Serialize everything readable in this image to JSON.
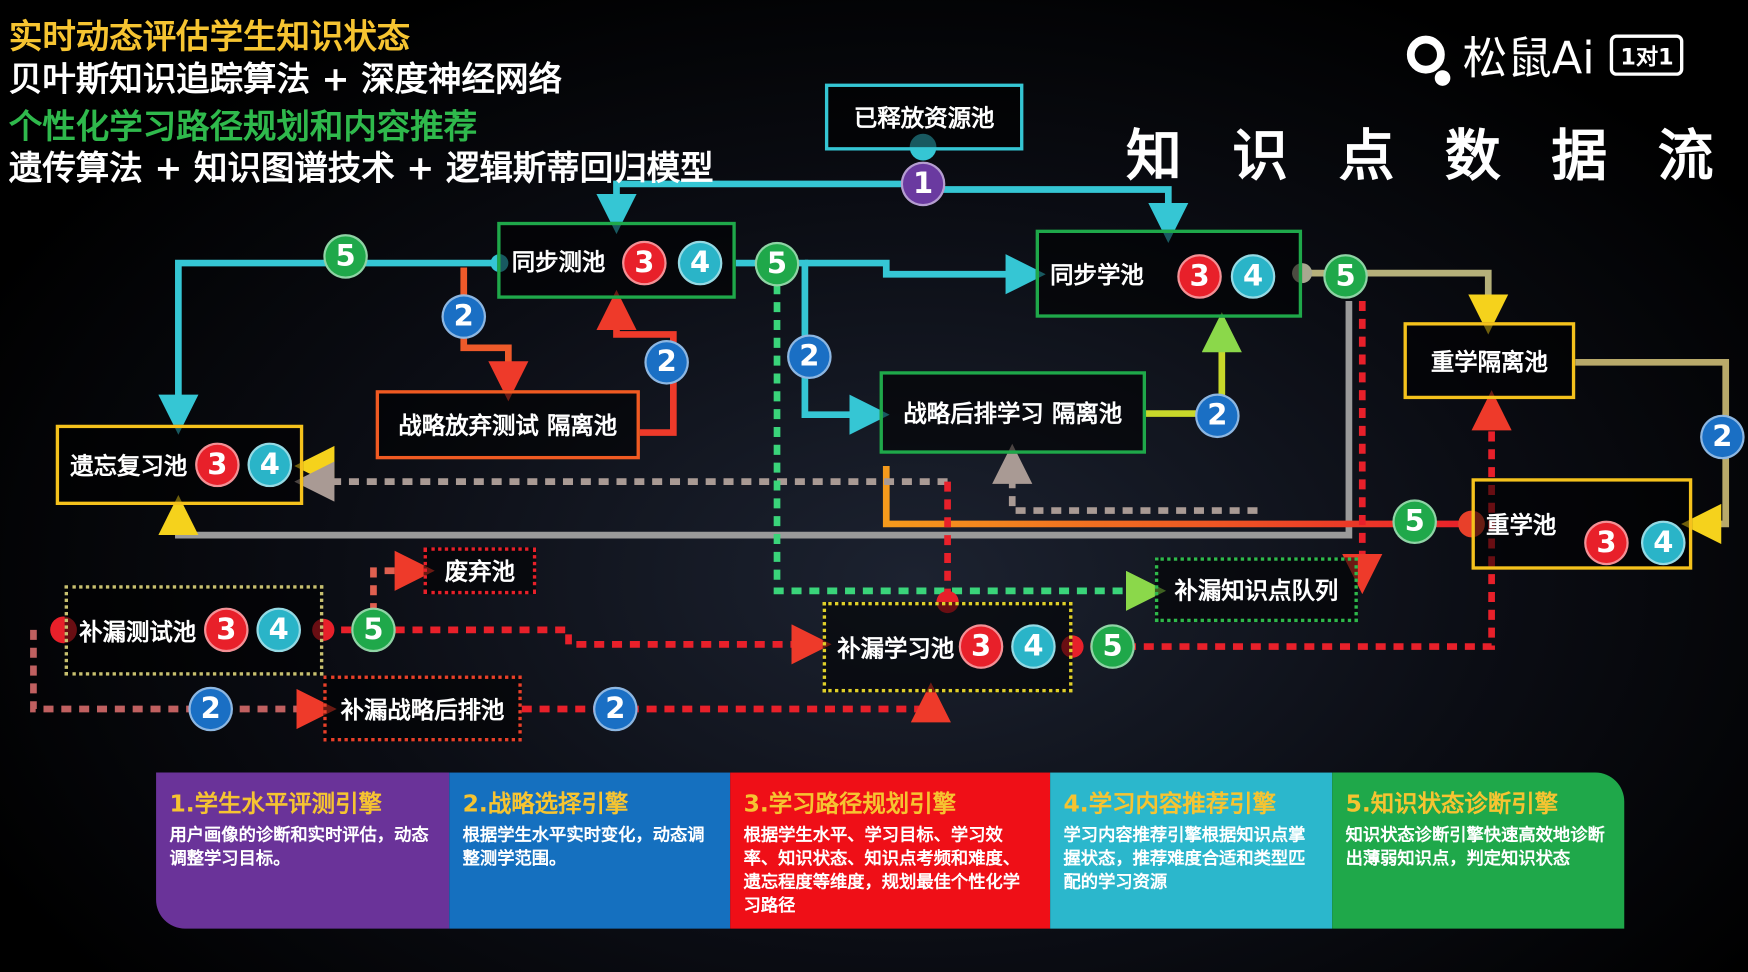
{
  "header": {
    "line1": "实时动态评估学生知识状态",
    "line2": "贝叶斯知识追踪算法 + 深度神经网络",
    "line3": "个性化学习路径规划和内容推荐",
    "line4": "遗传算法 + 知识图谱技术 + 逻辑斯蒂回归模型",
    "title": "知 识 点 数 据 流",
    "logo_text": "松鼠Ai",
    "logo_badge": "1对1"
  },
  "pools": {
    "released": "已释放资源池",
    "sync_test": "同步测池",
    "sync_learn": "同步学池",
    "relearn_isolation": "重学隔离池",
    "abandon_test_isolation": "战略放弃测试 隔离池",
    "defer_learn_isolation": "战略后排学习 隔离池",
    "forget_review": "遗忘复习池",
    "relearn": "重学池",
    "discard": "废弃池",
    "remedial_queue": "补漏知识点队列",
    "remedial_test": "补漏测试池",
    "remedial_learn": "补漏学习池",
    "remedial_defer": "补漏战略后排池"
  },
  "badges": {
    "b1": "1",
    "b2": "2",
    "b3": "3",
    "b4": "4",
    "b5": "5"
  },
  "engines": [
    {
      "title": "1.学生水平评测引擎",
      "desc": "用户画像的诊断和实时评估，动态调整学习目标。",
      "color": "#6a3399"
    },
    {
      "title": "2.战略选择引擎",
      "desc": "根据学生水平实时变化，动态调整测学范围。",
      "color": "#1570bf"
    },
    {
      "title": "3.学习路径规划引擎",
      "desc": "根据学生水平、学习目标、学习效率、知识状态、知识点考频和难度、遗忘程度等维度，规划最佳个性化学习路径",
      "color": "#ef0f17"
    },
    {
      "title": "4.学习内容推荐引擎",
      "desc": "学习内容推荐引擎根据知识点掌握状态，推荐难度合适和类型匹配的学习资源",
      "color": "#2bb7cc"
    },
    {
      "title": "5.知识状态诊断引擎",
      "desc": "知识状态诊断引擎快速高效地诊断出薄弱知识点，判定知识状态",
      "color": "#1fa84a"
    }
  ]
}
